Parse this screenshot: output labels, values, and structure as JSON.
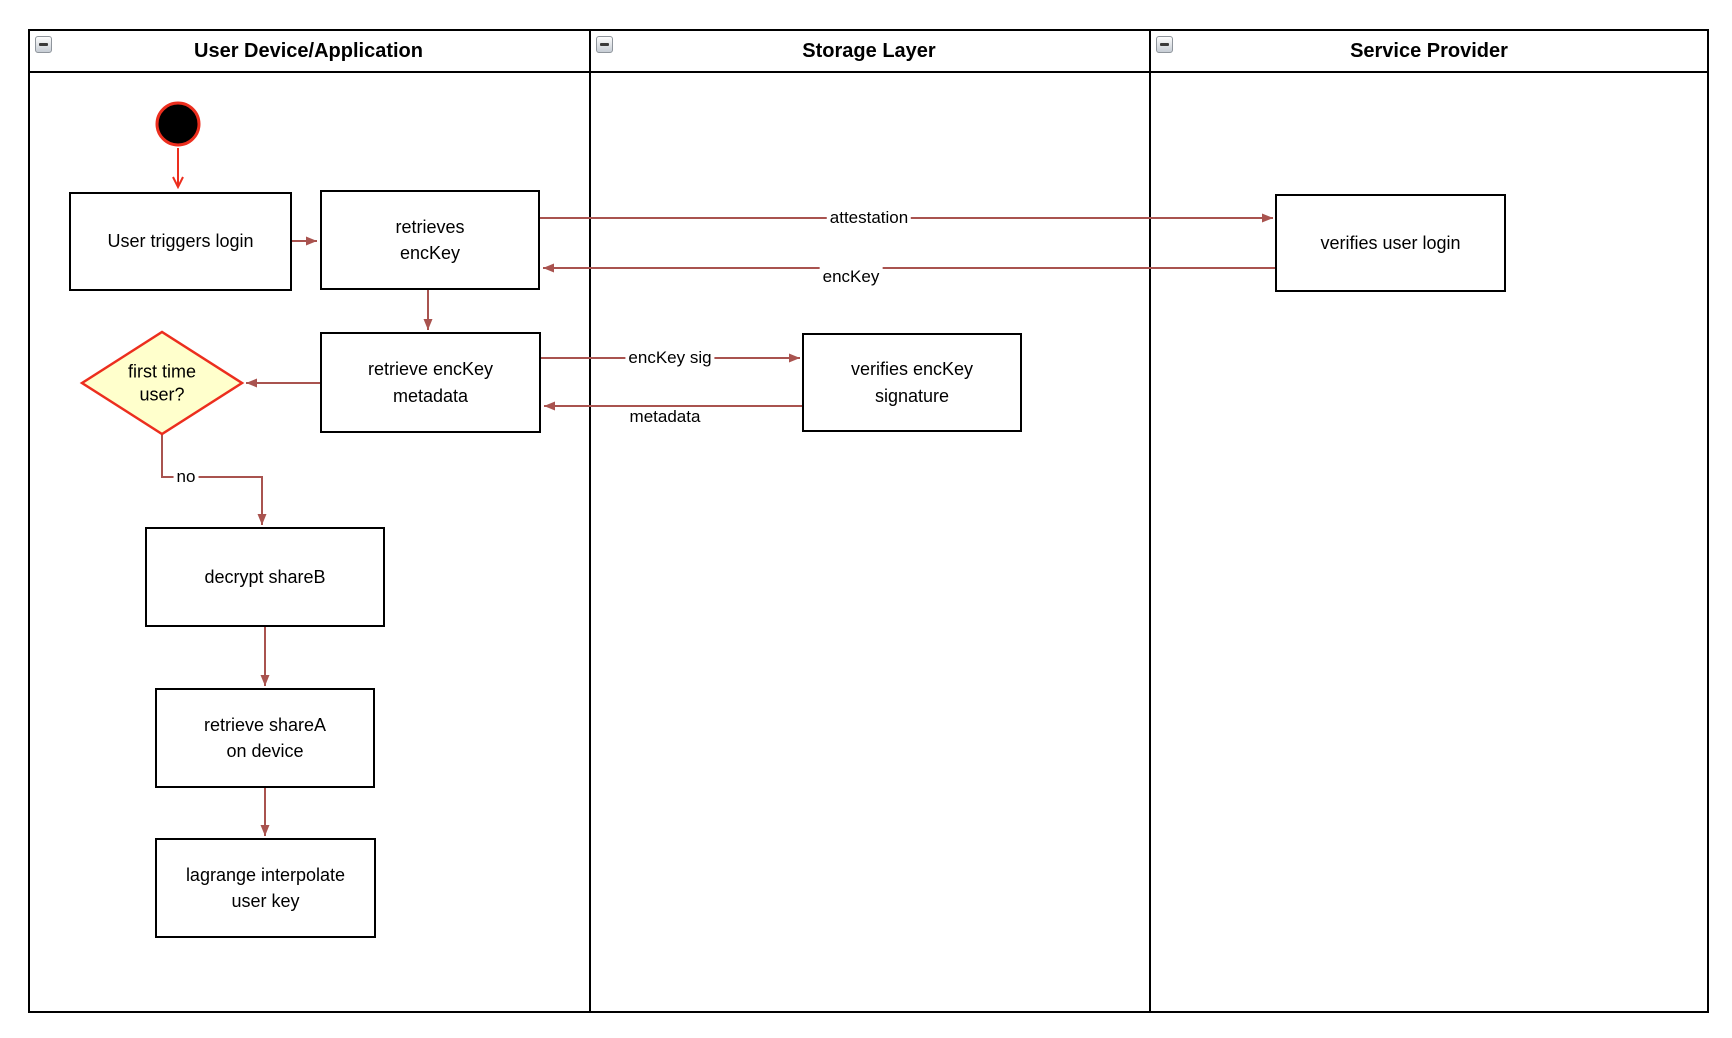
{
  "lanes": [
    {
      "title": "User Device/Application"
    },
    {
      "title": "Storage Layer"
    },
    {
      "title": "Service Provider"
    }
  ],
  "nodes": {
    "login": "User triggers login",
    "retrieves_enckey": "retrieves\nencKey",
    "retrieve_metadata": "retrieve encKey\nmetadata",
    "decision": "first time\nuser?",
    "decrypt_shareb": "decrypt shareB",
    "retrieve_sharea": "retrieve shareA\non device",
    "lagrange": "lagrange interpolate\nuser key",
    "verify_signature": "verifies encKey\nsignature",
    "verify_login": "verifies user login"
  },
  "edge_labels": {
    "attestation": "attestation",
    "enckey": "encKey",
    "enckey_sig": "encKey sig",
    "metadata": "metadata",
    "no": "no"
  },
  "colors": {
    "arrow_brown": "#a9534f",
    "accent_red": "#ec2e1e",
    "decision_fill": "#ffffcc",
    "node_border": "#000000",
    "node_fill": "#ffffff"
  }
}
